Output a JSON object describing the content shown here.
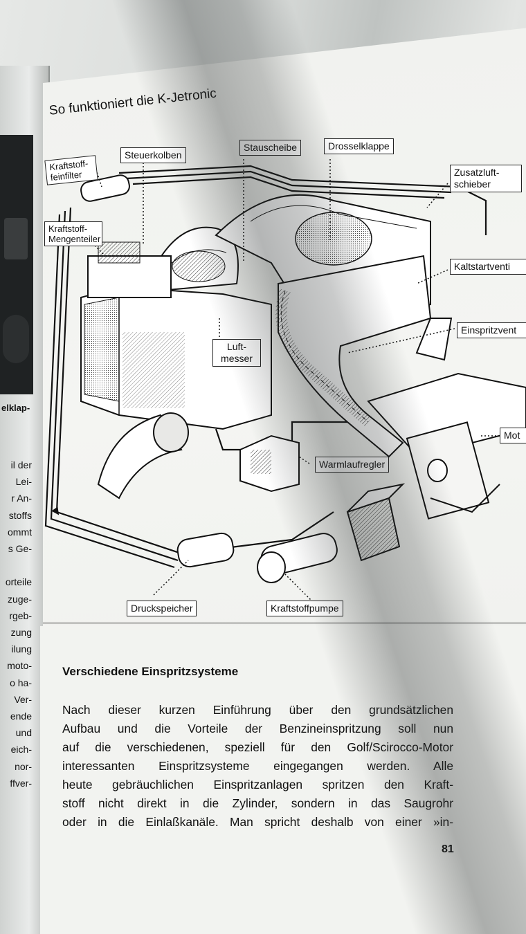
{
  "page": {
    "title": "So funktioniert die K-Jetronic",
    "page_number": "81"
  },
  "diagram_labels": {
    "kraftstofffilter": "Kraftstoff-\nfeinfilter",
    "steuerkolben": "Steuerkolben",
    "stauscheibe": "Stauscheibe",
    "drosselklappe": "Drosselklappe",
    "zusatzluftschieber": "Zusatzluft-\nschieber",
    "mengenteiler": "Kraftstoff-\nMengenteiler",
    "kaltstartventil": "Kaltstartventi",
    "einspritzventil": "Einspritzvent",
    "luftmesser": "Luft-\nmesser",
    "motor": "Mot",
    "warmlaufregler": "Warmlaufregler",
    "druckspeicher": "Druckspeicher",
    "kraftstoffpumpe": "Kraftstoffpumpe"
  },
  "section": {
    "heading": "Verschiedene Einspritzsysteme",
    "lines": [
      "Nach dieser kurzen Einführung über den grundsätzlichen",
      "Aufbau und die Vorteile der Benzineinspritzung soll nun",
      "auf die verschiedenen, speziell für den Golf/Scirocco-Motor",
      "interessanten Einspritzsysteme eingegangen werden. Alle",
      "heute gebräuchlichen Einspritzanlagen spritzen den Kraft-",
      "stoff nicht direkt in die Zylinder, sondern in das Saugrohr",
      "oder in die Einlaßkanäle. Man spricht deshalb von einer »in-"
    ]
  },
  "left_page": {
    "caption": "elklap-",
    "lines": [
      "il der",
      "Lei-",
      "r An-",
      "stoffs",
      "ommt",
      "s Ge-",
      "",
      "orteile",
      "zuge-",
      "rgeb-",
      "zung",
      "ilung",
      "moto-",
      "o ha-",
      "Ver-",
      "ende",
      "und",
      "eich-",
      "nor-",
      "ffver-"
    ]
  },
  "colors": {
    "paper": "#f2f3f0",
    "ink": "#111111"
  }
}
